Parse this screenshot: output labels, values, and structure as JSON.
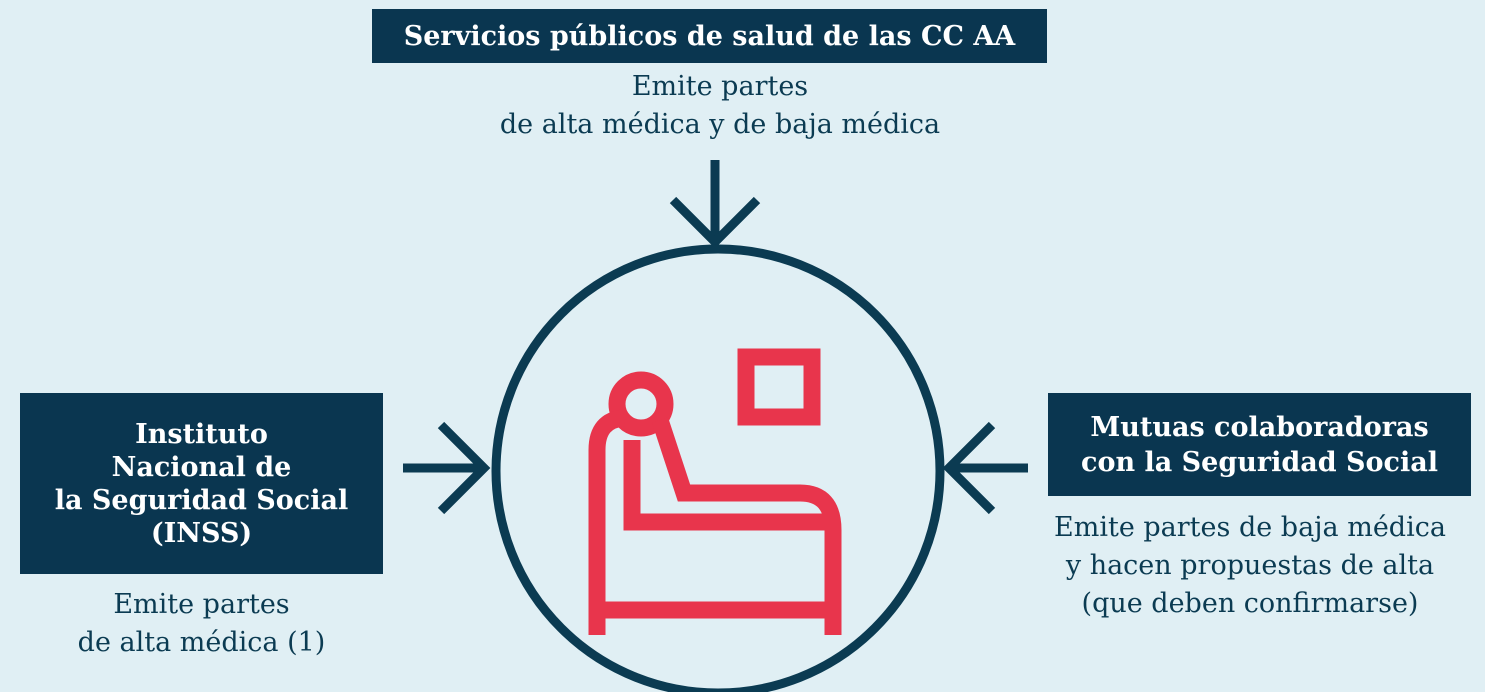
{
  "top": {
    "title": "Servicios públicos de salud de las CC AA",
    "desc": [
      "Emite partes",
      "de alta médica y de baja médica"
    ]
  },
  "left": {
    "title": [
      "Instituto",
      "Nacional de",
      "la Seguridad Social",
      "(INSS)"
    ],
    "desc": [
      "Emite partes",
      "de alta médica (1)"
    ]
  },
  "right": {
    "title": [
      "Mutuas colaboradoras",
      "con la Seguridad Social"
    ],
    "desc": [
      "Emite partes de baja médica",
      "y hacen propuestas de alta",
      "(que deben confirmarse)"
    ]
  },
  "icons": {
    "center": "patient-bed-icon",
    "arrows": [
      "arrow-down-icon",
      "arrow-right-icon",
      "arrow-left-icon"
    ]
  },
  "colors": {
    "background": "#e0eff4",
    "box": "#0a3650",
    "accent": "#e8354c",
    "text": "#0b3b52"
  }
}
